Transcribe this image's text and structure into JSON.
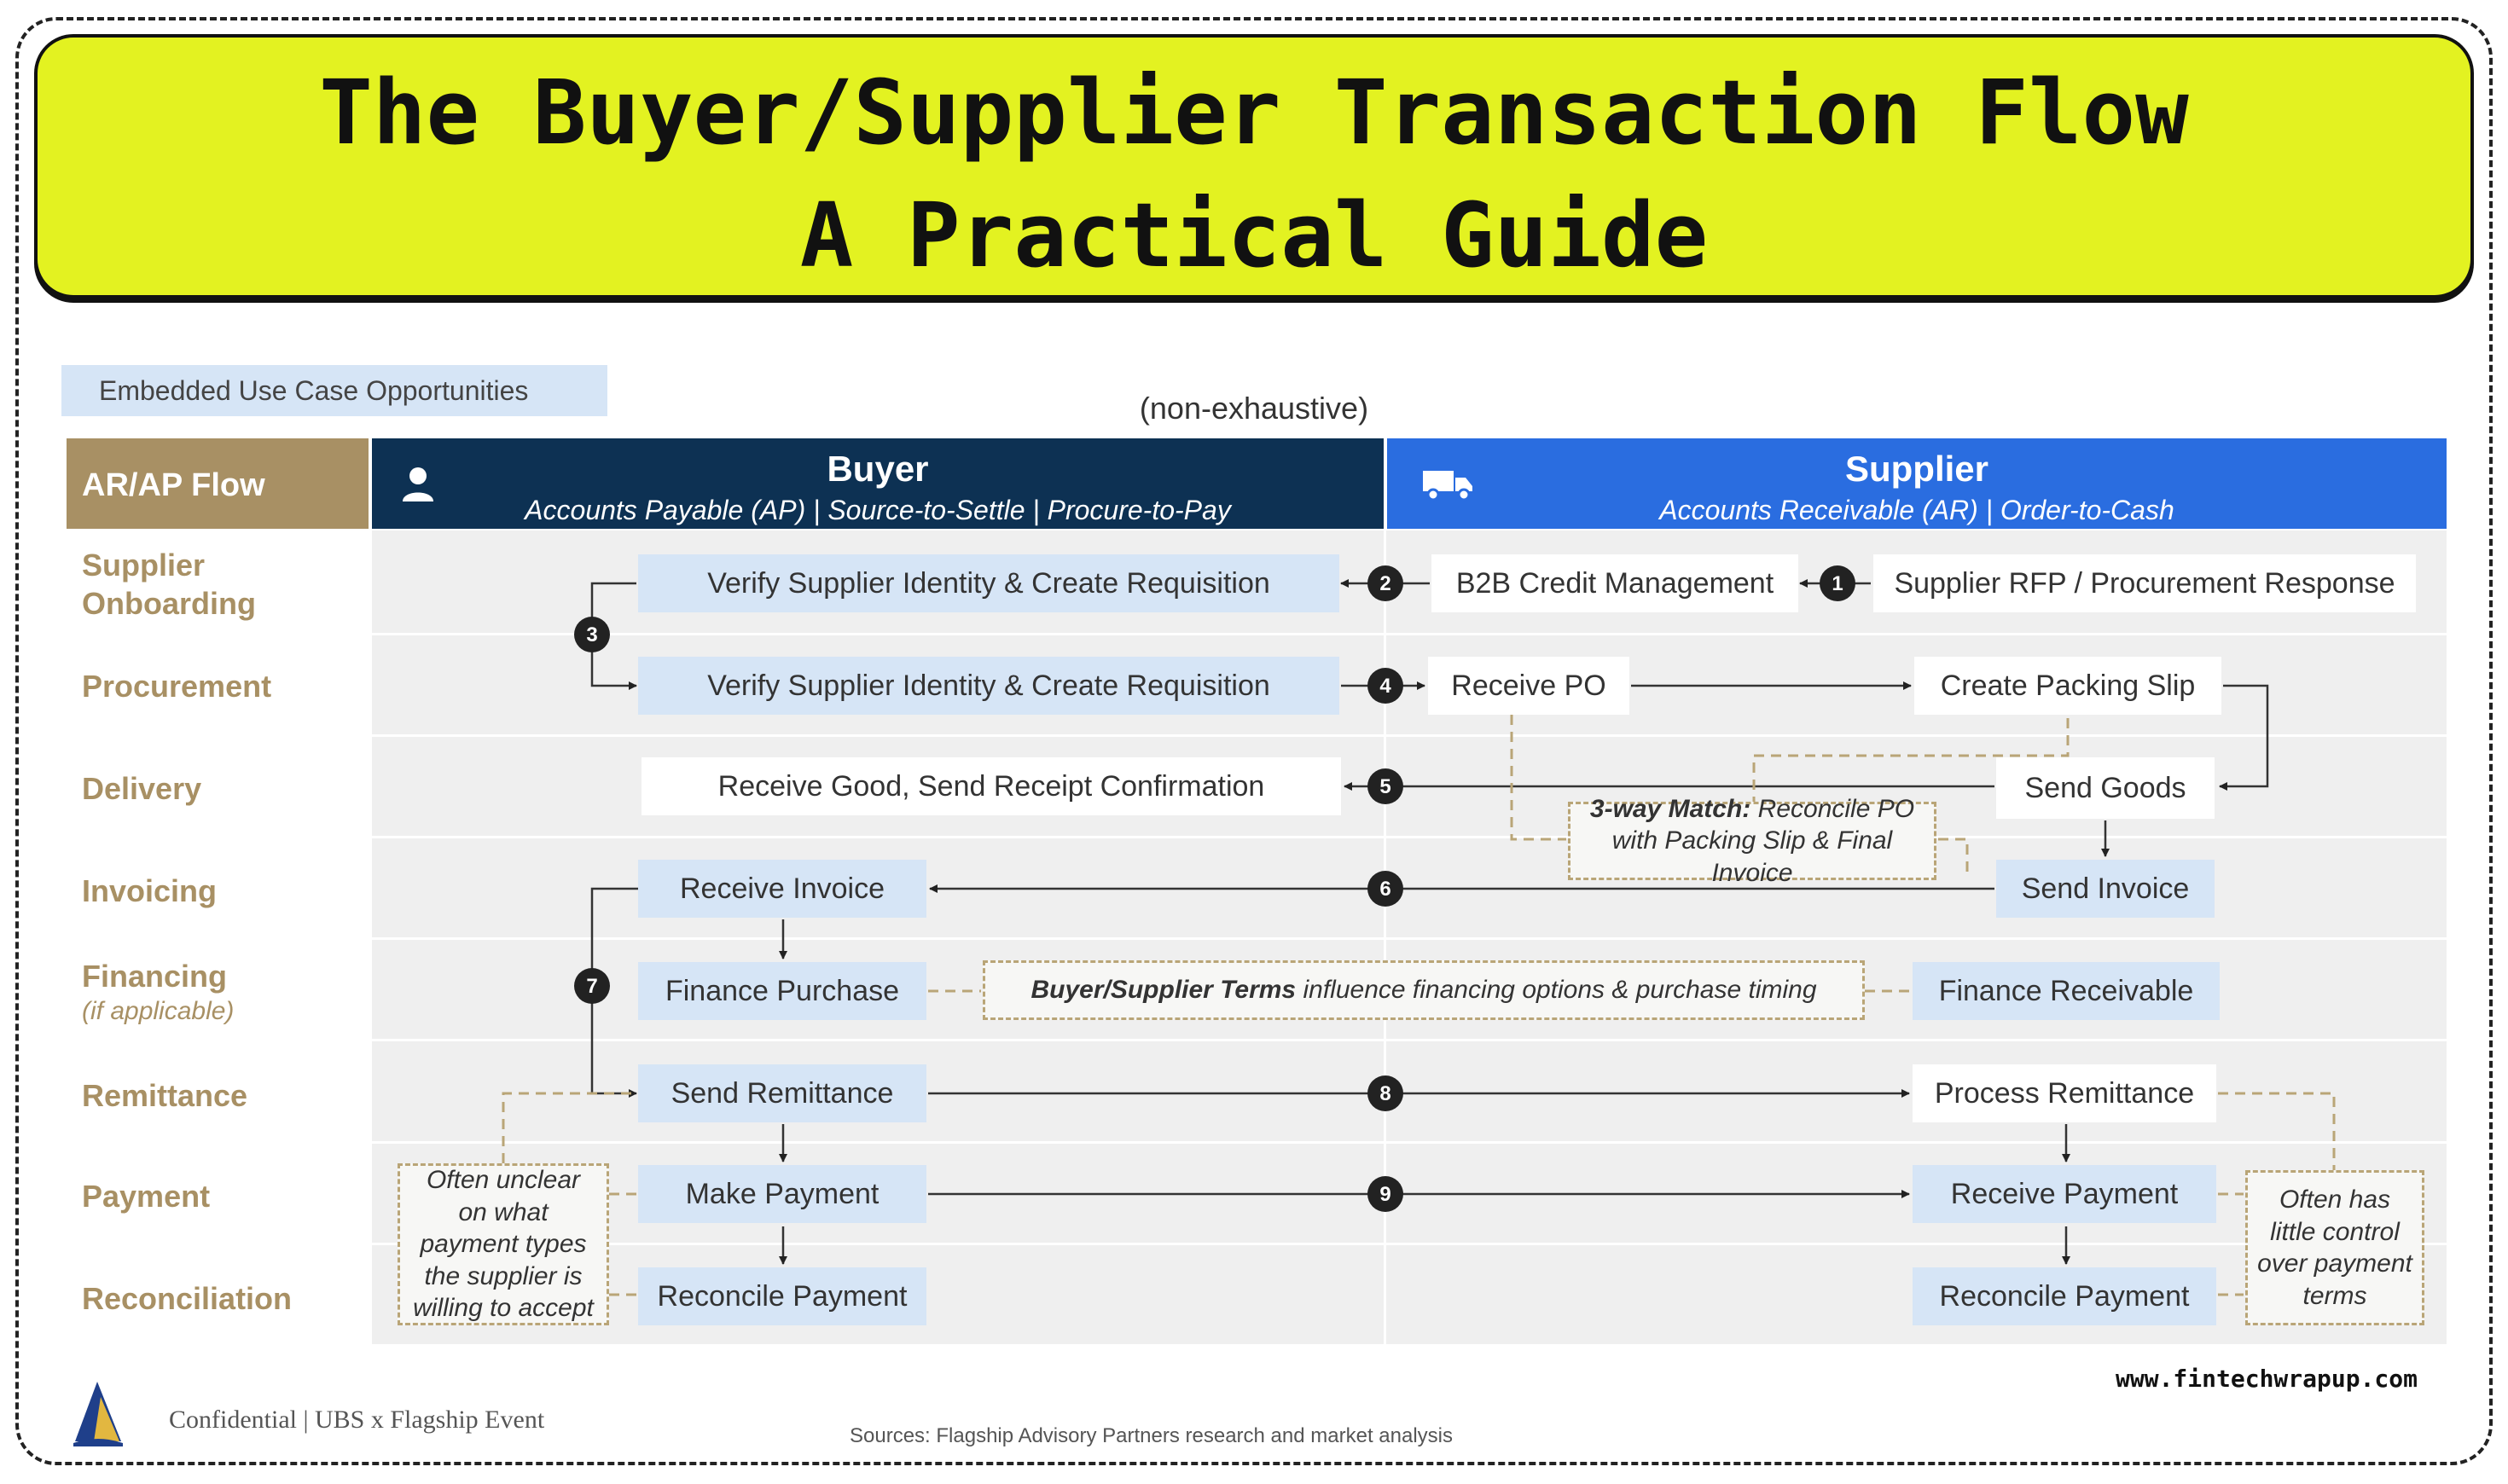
{
  "title": {
    "line1": "The Buyer/Supplier Transaction Flow",
    "line2": "A Practical Guide"
  },
  "embedded_label": "Embedded Use Case Opportunities",
  "non_exhaustive": "(non-exhaustive)",
  "header": {
    "flow": "AR/AP Flow",
    "buyer": {
      "title": "Buyer",
      "subtitle": "Accounts Payable (AP) | Source-to-Settle | Procure-to-Pay",
      "icon": "person-icon"
    },
    "supplier": {
      "title": "Supplier",
      "subtitle": "Accounts Receivable (AR) | Order-to-Cash",
      "icon": "truck-icon"
    }
  },
  "rows": {
    "onboarding": "Supplier Onboarding",
    "procurement": "Procurement",
    "delivery": "Delivery",
    "invoicing": "Invoicing",
    "financing": "Financing",
    "financing_sub": "(if applicable)",
    "remittance": "Remittance",
    "payment": "Payment",
    "reconciliation": "Reconciliation"
  },
  "boxes": {
    "verify1": "Verify Supplier Identity & Create Requisition",
    "b2b_credit": "B2B Credit Management",
    "supplier_rfp": "Supplier RFP / Procurement Response",
    "verify2": "Verify Supplier Identity & Create Requisition",
    "receive_po": "Receive PO",
    "packing_slip": "Create  Packing Slip",
    "receive_good": "Receive Good, Send Receipt Confirmation",
    "send_goods": "Send Goods",
    "receive_invoice": "Receive Invoice",
    "send_invoice": "Send Invoice",
    "finance_purchase": "Finance Purchase",
    "finance_receivable": "Finance Receivable",
    "send_remittance": "Send Remittance",
    "process_remittance": "Process Remittance",
    "make_payment": "Make Payment",
    "receive_payment": "Receive Payment",
    "reconcile_buyer": "Reconcile Payment",
    "reconcile_supplier": "Reconcile Payment"
  },
  "notes": {
    "match_bold": "3-way Match:",
    "match_rest1": "Reconcile PO",
    "match_rest2": "with Packing Slip & Final Invoice",
    "terms_bold": "Buyer/Supplier Terms",
    "terms_rest": "influence financing  options & purchase timing",
    "buyer_unclear": [
      "Often unclear",
      "on what",
      "payment types",
      "the supplier is",
      "willing to accept"
    ],
    "supplier_control": [
      "Often has",
      "little control",
      "over payment",
      "terms"
    ]
  },
  "steps": [
    "1",
    "2",
    "3",
    "4",
    "5",
    "6",
    "7",
    "8",
    "9"
  ],
  "footer": {
    "confidential": "Confidential | UBS x Flagship Event",
    "sources": "Sources: Flagship Advisory Partners research and market analysis",
    "website": "www.fintechwrapup.com"
  },
  "colors": {
    "banner": "#e3f221",
    "buyer_header": "#0d3153",
    "supplier_header": "#2a6de0",
    "gold": "#a89064",
    "box_blue": "#d6e5f6"
  }
}
